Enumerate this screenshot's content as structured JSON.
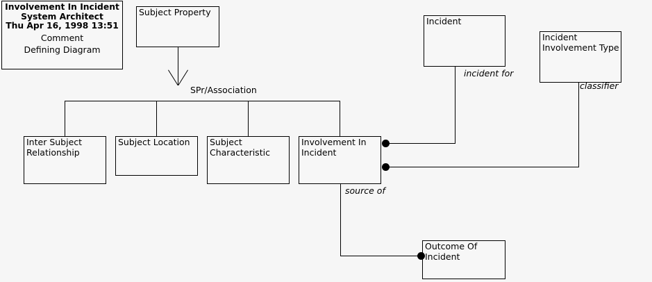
{
  "diagram": {
    "background_color": "#f6f6f6",
    "line_color": "#000000",
    "box_fill_color": "#f7f7f7"
  },
  "title_block": {
    "line1": "Involvement In Incident",
    "line2": "System Architect",
    "line3": "Thu Apr 16, 1998  13:51",
    "separator_label": "Comment",
    "subtitle": "Defining Diagram"
  },
  "classes": {
    "subject_property": {
      "name": "Subject Property"
    },
    "inter_subject_relationship": {
      "name": "Inter Subject\nRelationship"
    },
    "subject_location": {
      "name": "Subject Location"
    },
    "subject_characteristic": {
      "name": "Subject\nCharacteristic"
    },
    "involvement_in_incident": {
      "name": "Involvement In\nIncident"
    },
    "incident": {
      "name": "Incident"
    },
    "incident_involvement_type": {
      "name": "Incident\nInvolvement Type"
    },
    "outcome_of_incident": {
      "name": "Outcome Of\nIncident"
    }
  },
  "relationships": {
    "generalization_label": "SPr/Association",
    "incident_for": "incident for",
    "classifier": "classifier",
    "source_of": "source of"
  }
}
